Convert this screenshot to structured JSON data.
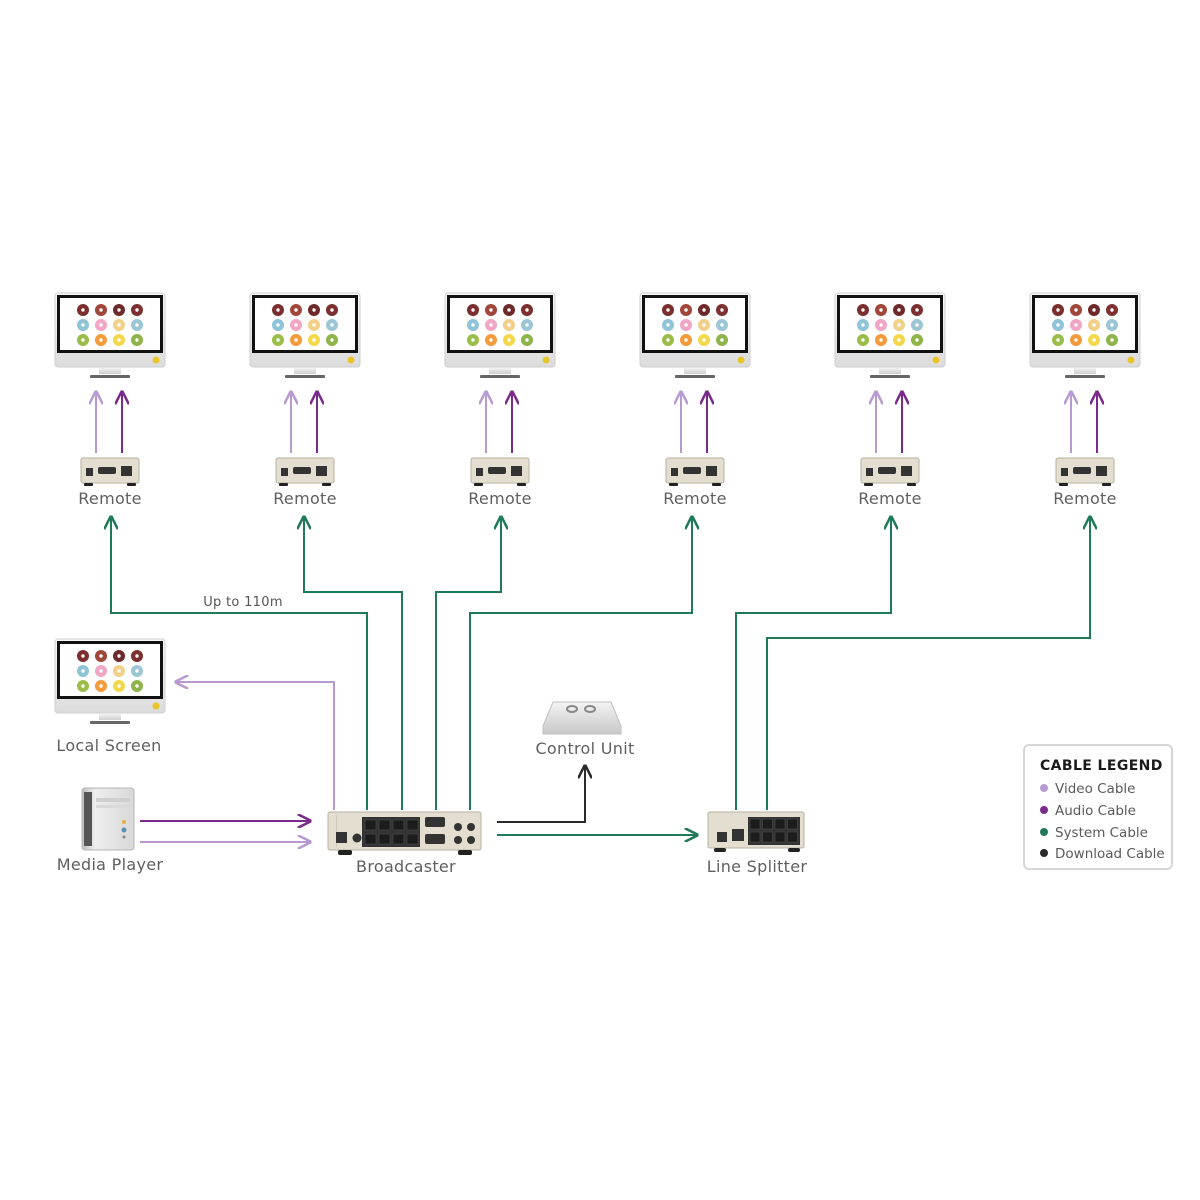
{
  "colors": {
    "video": "#b89ad2",
    "audio": "#7a2a8a",
    "system": "#1f7a58",
    "download": "#2a2a2a",
    "label_text": "#5f5f5f",
    "device_body": "#e3ded0"
  },
  "remotes": [
    {
      "label": "Remote"
    },
    {
      "label": "Remote"
    },
    {
      "label": "Remote"
    },
    {
      "label": "Remote"
    },
    {
      "label": "Remote"
    },
    {
      "label": "Remote"
    }
  ],
  "screen_icon": "monitor-with-donuts-icon",
  "donut_colors": [
    [
      "#7a2e2e",
      "#a0463a",
      "#6e2a2a",
      "#7c3030"
    ],
    [
      "#8fc3d8",
      "#f0a6c4",
      "#f3d08a",
      "#9cc6d6"
    ],
    [
      "#9bbd4a",
      "#f39a3a",
      "#f2d84a",
      "#8fb44a"
    ]
  ],
  "distance_label": "Up to 110m",
  "local_screen": {
    "label": "Local Screen"
  },
  "media_player": {
    "label": "Media Player"
  },
  "broadcaster": {
    "label": "Broadcaster"
  },
  "control_unit": {
    "label": "Control Unit"
  },
  "line_splitter": {
    "label": "Line Splitter"
  },
  "legend": {
    "title": "CABLE LEGEND",
    "items": [
      {
        "label": "Video Cable",
        "type": "video"
      },
      {
        "label": "Audio Cable",
        "type": "audio"
      },
      {
        "label": "System Cable",
        "type": "system"
      },
      {
        "label": "Download Cable",
        "type": "download"
      }
    ]
  }
}
